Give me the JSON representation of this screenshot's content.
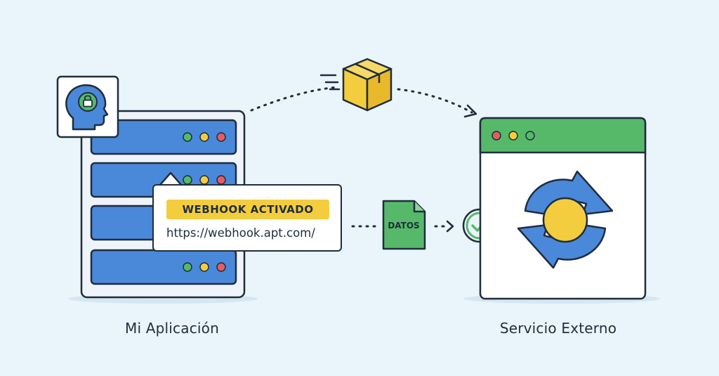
{
  "labels": {
    "left_system": "Mi Aplicación",
    "right_system": "Servicio Externo"
  },
  "callout": {
    "badge": "WEBHOOK ACTIVADO",
    "url": "https://webhook.apt.com/"
  },
  "document": {
    "label": "DATOS"
  },
  "icons": {
    "security": "head-lock-icon",
    "package": "package-box-icon",
    "document": "document-icon",
    "check": "check-circle-icon",
    "sync": "sync-arrows-icon"
  },
  "colors": {
    "background": "#eaf4fb",
    "server_panel": "#4a88d9",
    "window_header": "#56b96a",
    "badge": "#f4cd3e",
    "check": "#56b96a",
    "outline": "#1f2d3d"
  }
}
